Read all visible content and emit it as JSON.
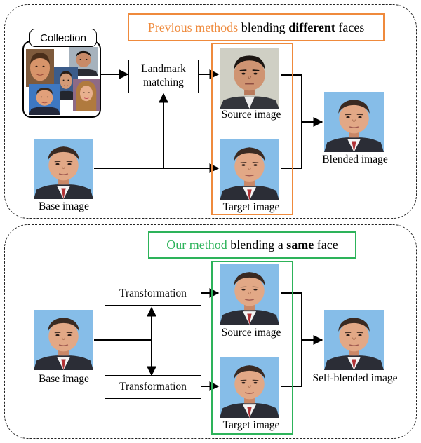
{
  "colors": {
    "previous": "#ef8a3c",
    "ours": "#2db35a",
    "sky": "#8fc0ea"
  },
  "top": {
    "title_accent": "Previous methods",
    "title_mid": " blending ",
    "title_bold": "different",
    "title_tail": " faces",
    "collection_label": "Collection",
    "landmark_label_line1": "Landmark",
    "landmark_label_line2": "matching",
    "source_label": "Source image",
    "target_label": "Target image",
    "base_label": "Base image",
    "blended_label": "Blended image"
  },
  "bottom": {
    "title_accent": "Our method",
    "title_mid": " blending a ",
    "title_bold": "same",
    "title_tail": " face",
    "transformation_top_label": "Transformation",
    "transformation_bottom_label": "Transformation",
    "source_label": "Source image",
    "target_label": "Target image",
    "base_label": "Base image",
    "result_label": "Self-blended image"
  }
}
